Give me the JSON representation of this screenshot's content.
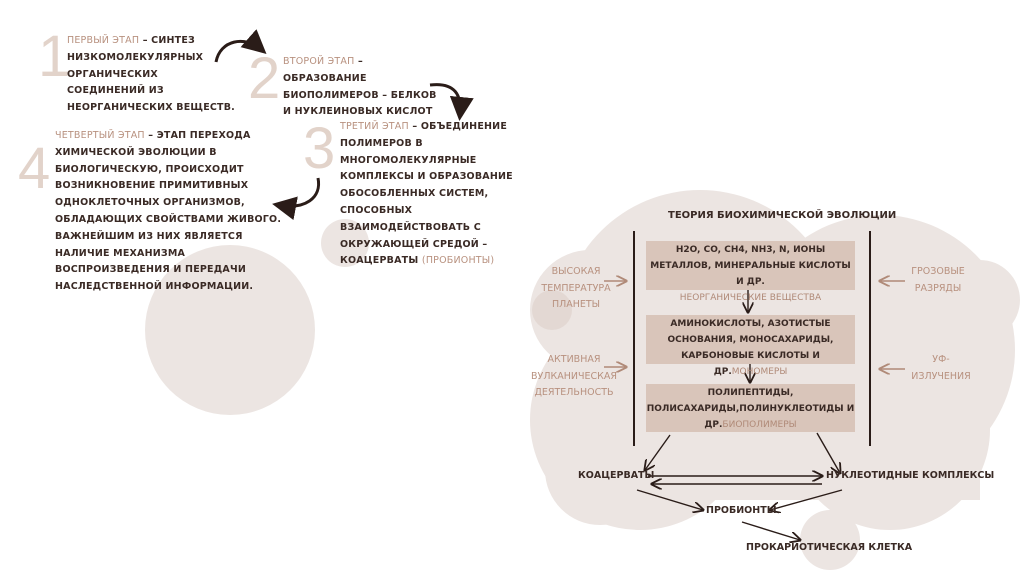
{
  "colors": {
    "accent": "#b08a78",
    "numeral": "#e2d3ca",
    "blob": "#ece5e2",
    "box": "#d9c5ba",
    "text": "#3a2a25"
  },
  "stages": [
    {
      "number": "1",
      "label": "Первый этап",
      "text": "– синтез низкомолекулярных органических соединений из неорганических веществ."
    },
    {
      "number": "2",
      "label": "Второй этап",
      "text": "– образование биополимеров – белков и нуклеиновых кислот"
    },
    {
      "number": "3",
      "label": "Третий этап",
      "text": "– объединение полимеров в многомолекулярные комплексы и образование обособленных систем, способных взаимодействовать с окружающей средой – коацерваты",
      "extra": "(пробионты)"
    },
    {
      "number": "4",
      "label": "Четвертый этап",
      "text": "– этап перехода химической эволюции в биологическую, происходит возникновение примитивных одноклеточных организмов, обладающих свойствами живого. Важнейшим из них является наличие механизма воспроизведения и передачи наследственной информации."
    }
  ],
  "diagram": {
    "title": "Теория биохимической эволюции",
    "boxes": [
      {
        "text": "H2O, CO, CH4, NH3, N, ионы металлов, минеральные кислоты и др.",
        "category": "неорганические вещества"
      },
      {
        "text": "аминокислоты, азотистые основания, моносахариды, карбоновые кислоты и др.",
        "category": "мономеры"
      },
      {
        "text": "полипептиды, полисахариды,полинуклеотиды и др.",
        "category": "биополимеры"
      }
    ],
    "factors_left": [
      "Высокая температура планеты",
      "Активная вулканическая деятельность"
    ],
    "factors_right": [
      "Грозовые разряды",
      "УФ-излучения"
    ],
    "nodes": {
      "coacervates": "коацерваты",
      "nucleotide_complexes": "нуклеотидные комплексы",
      "probionts": "пробионты",
      "prokaryotic_cell": "прокариотическая клетка"
    }
  }
}
